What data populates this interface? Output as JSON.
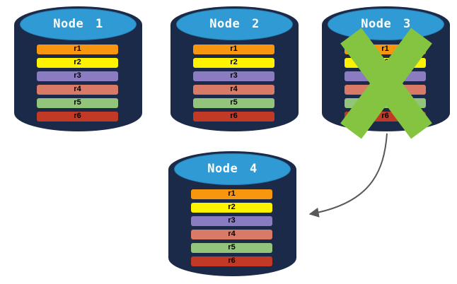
{
  "nodes": [
    {
      "id": "node-1",
      "label": "Node 1",
      "failed": false,
      "rows": [
        {
          "label": "r1",
          "color": "#F8960F"
        },
        {
          "label": "r2",
          "color": "#FFF200"
        },
        {
          "label": "r3",
          "color": "#8B7CC2"
        },
        {
          "label": "r4",
          "color": "#D97A67"
        },
        {
          "label": "r5",
          "color": "#92C47C"
        },
        {
          "label": "r6",
          "color": "#C23A26"
        }
      ]
    },
    {
      "id": "node-2",
      "label": "Node 2",
      "failed": false,
      "rows": [
        {
          "label": "r1",
          "color": "#F8960F"
        },
        {
          "label": "r2",
          "color": "#FFF200"
        },
        {
          "label": "r3",
          "color": "#8B7CC2"
        },
        {
          "label": "r4",
          "color": "#D97A67"
        },
        {
          "label": "r5",
          "color": "#92C47C"
        },
        {
          "label": "r6",
          "color": "#C23A26"
        }
      ]
    },
    {
      "id": "node-3",
      "label": "Node 3",
      "failed": true,
      "rows": [
        {
          "label": "r1",
          "color": "#F8960F"
        },
        {
          "label": "r2",
          "color": "#FFF200"
        },
        {
          "label": "r3",
          "color": "#8B7CC2"
        },
        {
          "label": "r4",
          "color": "#D97A67"
        },
        {
          "label": "r5",
          "color": "#92C47C"
        },
        {
          "label": "r6",
          "color": "#C23A26"
        }
      ]
    },
    {
      "id": "node-4",
      "label": "Node 4",
      "failed": false,
      "rows": [
        {
          "label": "r1",
          "color": "#F8960F"
        },
        {
          "label": "r2",
          "color": "#FFF200"
        },
        {
          "label": "r3",
          "color": "#8B7CC2"
        },
        {
          "label": "r4",
          "color": "#D97A67"
        },
        {
          "label": "r5",
          "color": "#92C47C"
        },
        {
          "label": "r6",
          "color": "#C23A26"
        }
      ]
    }
  ],
  "arrow": {
    "from": "node-3",
    "to": "node-4"
  },
  "colors": {
    "background": "#FFFFFF",
    "cylinder_body": "#1B2A48",
    "cylinder_top_face": "#2F9AD3",
    "node_label_text": "#FFFFFF",
    "row_label_text": "#000000",
    "failure_x": "#85C441",
    "arrow": "#58585A"
  }
}
